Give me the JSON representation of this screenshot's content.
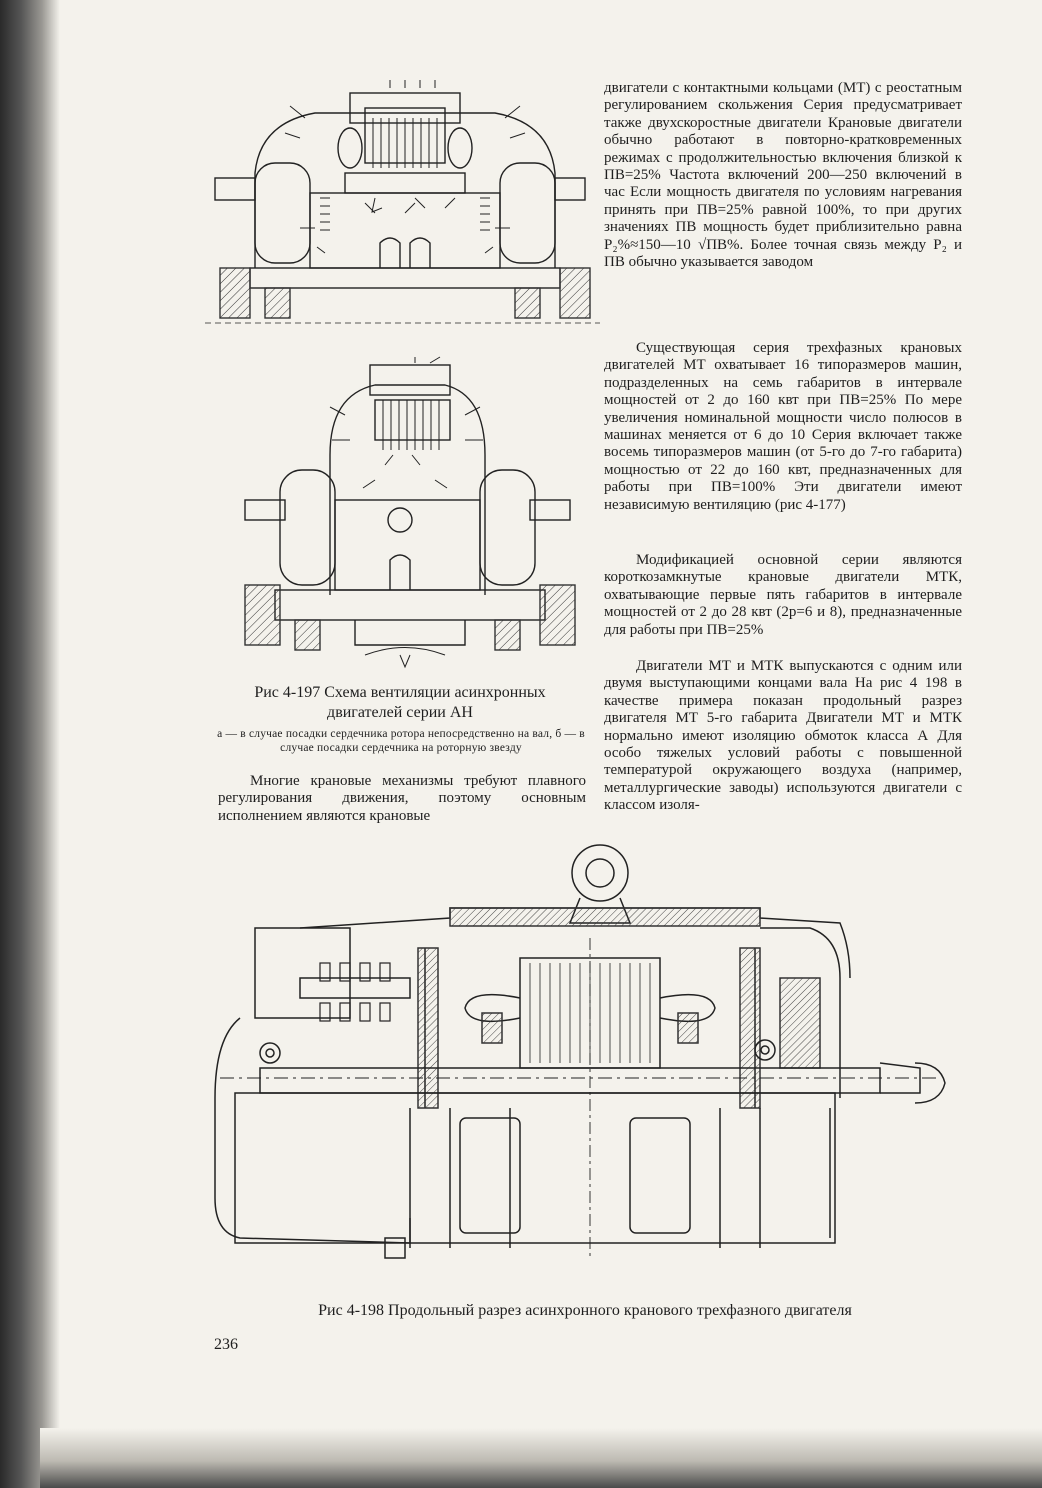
{
  "figure_197": {
    "caption_title": "Рис 4-197 Схема вентиляции асинхронных двигателей серии АН",
    "caption_sub": "а — в случае посадки сердечника ротора непосредственно на вал, б — в случае посадки сердечника на роторную звезду"
  },
  "figure_198": {
    "caption": "Рис 4-198 Продольный разрез асинхронного кранового трехфазного двигателя"
  },
  "text": {
    "col_left_bottom": "Многие крановые механизмы требуют плавного регулирования движения, поэтому основным исполнением являются крановые",
    "col_right_p1": "двигатели с контактными кольцами (МТ) с реостатным регулированием скольжения Серия предусматривает также двухскоростные двигатели Крановые двигатели обычно работают в повторно-кратковременных режимах с продолжительностью включения близкой к ПВ=25% Частота включений 200—250 включений в час Если мощность двигателя по условиям нагревания принять при ПВ=25% равной 100%, то при других значениях ПВ мощность будет приблизительно равна P₂%≈150—10 √ПВ%. Более точная связь между P₂ и ПВ обычно указывается заводом",
    "col_right_p2": "Существующая серия трехфазных крановых двигателей МТ охватывает 16 типоразмеров машин, подразделенных на семь габаритов в интервале мощностей от 2 до 160 квт при ПВ=25% По мере увеличения номинальной мощности число полюсов в машинах меняется от 6 до 10 Серия включает также восемь типоразмеров машин (от 5-го до 7-го габарита) мощностью от 22 до 160 квт, предназначенных для работы при ПВ=100% Эти двигатели имеют независимую вентиляцию (рис 4-177)",
    "col_right_p3": "Модификацией основной серии являются короткозамкнутые крановые двигатели МТК, охватывающие первые пять габаритов в интервале мощностей от 2 до 28 квт (2p=6 и 8), предназначенные для работы при ПВ=25%",
    "col_right_p4": "Двигатели МТ и МТК выпускаются с одним или двумя выступающими концами вала На рис 4 198 в качестве примера показан продольный разрез двигателя МТ 5-го габарита Двигатели МТ и МТК нормально имеют изоляцию обмоток класса А Для особо тяжелых условий работы с повышенной температурой окружающего воздуха (например, металлургические заводы) используются двигатели с классом изоля-"
  },
  "page_number": "236"
}
